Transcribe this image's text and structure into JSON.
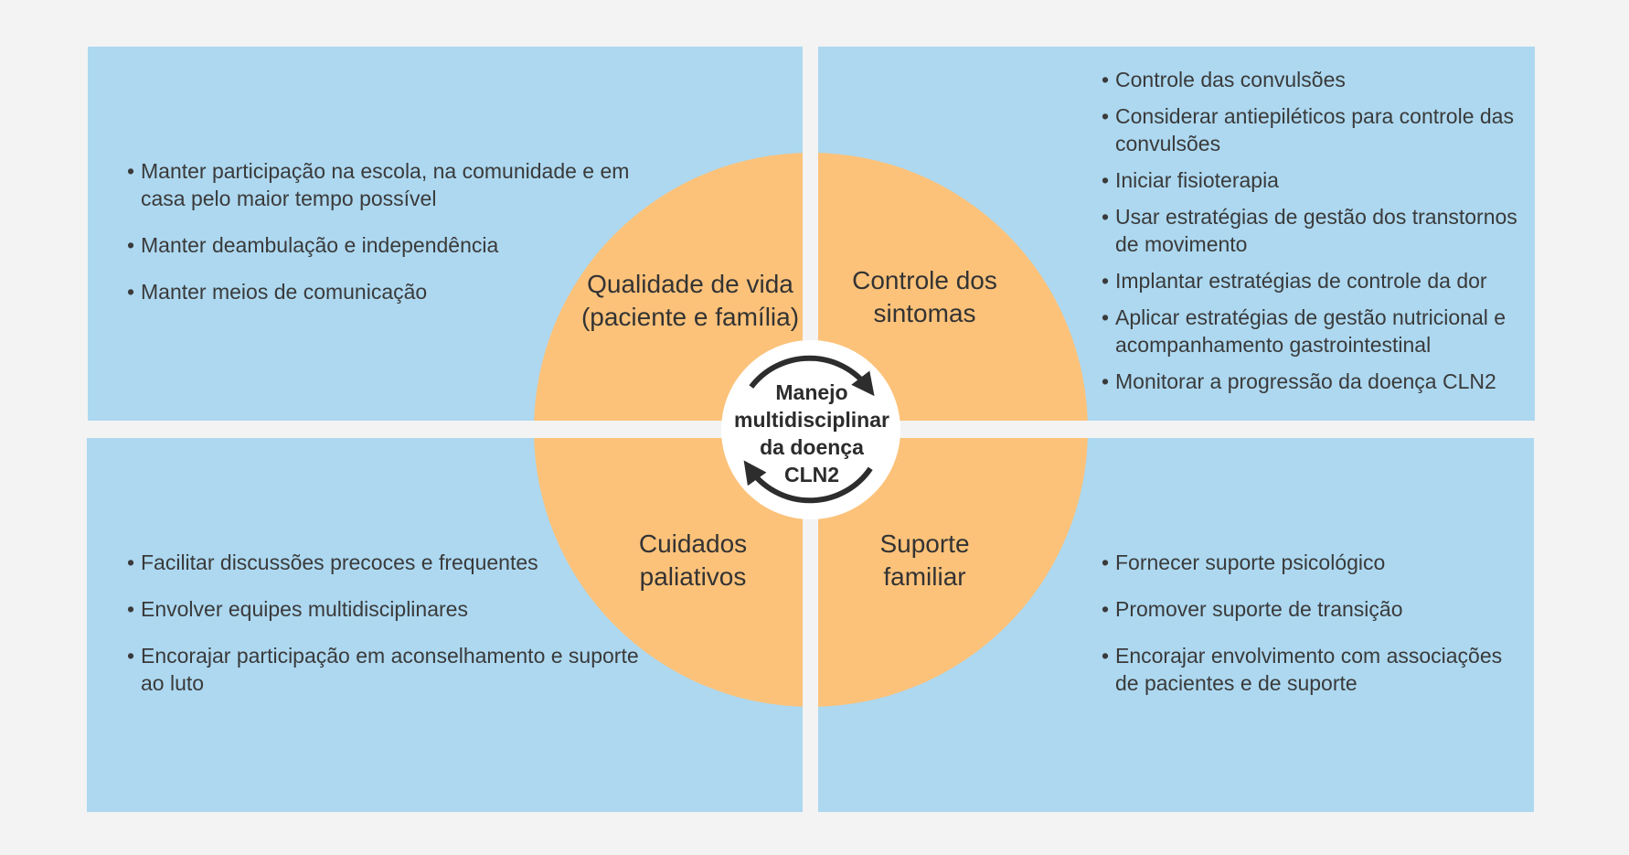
{
  "center": {
    "lines": [
      "Manejo",
      "multidisciplinar",
      "da doença",
      "CLN2"
    ]
  },
  "sectors": {
    "quality_of_life": {
      "lines": [
        "Qualidade de vida",
        "(paciente e família)"
      ]
    },
    "symptom_control": {
      "lines": [
        "Controle dos",
        "sintomas"
      ]
    },
    "palliative_care": {
      "lines": [
        "Cuidados",
        "paliativos"
      ]
    },
    "family_support": {
      "lines": [
        "Suporte",
        "familiar"
      ]
    }
  },
  "lists": {
    "quality_of_life": [
      "Manter participação na escola, na comunidade e em casa pelo maior tempo possível",
      "Manter deambulação e independência",
      "Manter meios de comunicação"
    ],
    "symptom_control": [
      "Controle das convulsões",
      "Considerar antiepiléticos para controle das convulsões",
      "Iniciar fisioterapia",
      "Usar estratégias de gestão dos transtornos de movimento",
      "Implantar estratégias de controle da dor",
      "Aplicar estratégias de gestão nutricional e acompanhamento gastrointestinal",
      "Monitorar a progressão da doença CLN2"
    ],
    "palliative_care": [
      "Facilitar discussões precoces e frequentes",
      "Envolver equipes multidisciplinares",
      "Encorajar participação em aconselhamento e suporte ao luto"
    ],
    "family_support": [
      "Fornecer suporte psicológico",
      "Promover suporte de transição",
      "Encorajar envolvimento com associações de pacientes e de suporte"
    ]
  },
  "colors": {
    "background": "#f3f3f3",
    "quadrant": "#add8f0",
    "circle": "#fcc27a",
    "center_disc": "#ffffff",
    "arrow": "#2d2d2d",
    "text": "#333333"
  }
}
